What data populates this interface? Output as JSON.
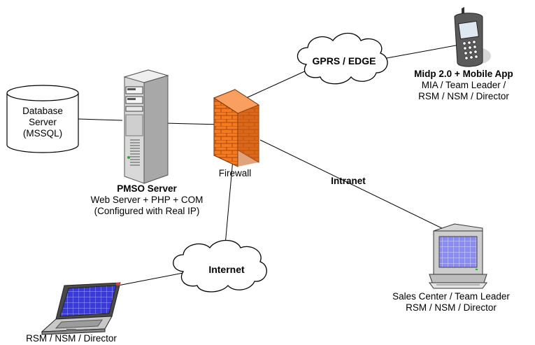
{
  "database": {
    "lines": [
      "Database",
      "Server",
      "(MSSQL)"
    ]
  },
  "pmso": {
    "title": "PMSO Server",
    "lines": [
      "Web Server + PHP + COM",
      "(Configured with Real IP)"
    ]
  },
  "firewall": {
    "label": "Firewall"
  },
  "gprs_cloud": {
    "label": "GPRS / EDGE"
  },
  "internet_cloud": {
    "label": "Internet"
  },
  "intranet": {
    "label": "Intranet"
  },
  "mobile": {
    "title": "Midp 2.0 + Mobile App",
    "lines": [
      "MIA / Team Leader /",
      "RSM / NSM / Director"
    ]
  },
  "sales_center": {
    "lines": [
      "Sales Center / Team Leader",
      "RSM / NSM / Director"
    ]
  },
  "laptop": {
    "label": "RSM / NSM / Director"
  },
  "colors": {
    "firewall_brick": "#f47a20",
    "screen_blue": "#3a3ad8",
    "server_gray": "#c8c8c8"
  }
}
